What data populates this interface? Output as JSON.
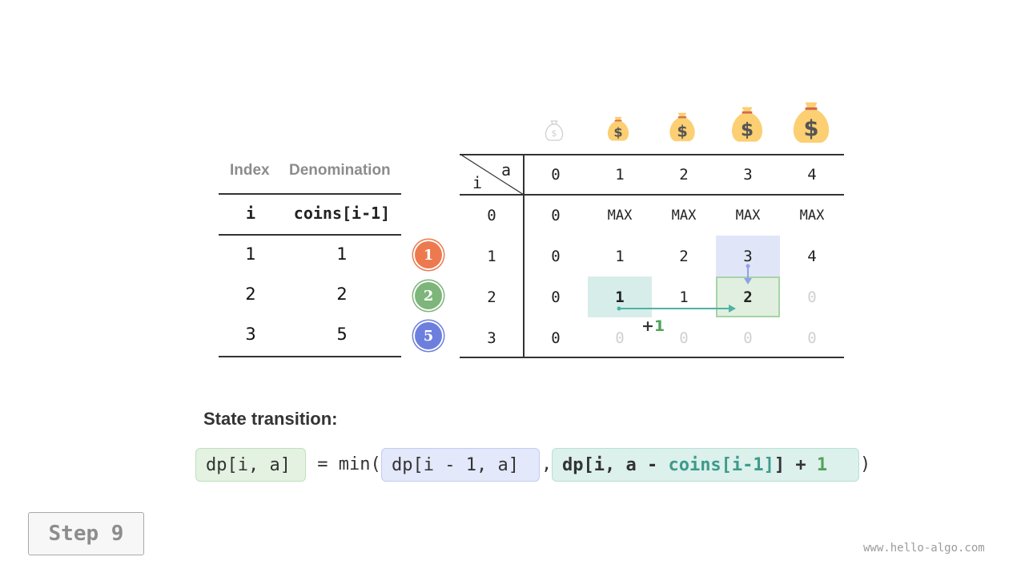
{
  "coin_table": {
    "headers": [
      "Index",
      "Denomination"
    ],
    "subheaders": [
      "i",
      "coins[i-1]"
    ],
    "rows": [
      [
        "1",
        "1"
      ],
      [
        "2",
        "2"
      ],
      [
        "3",
        "5"
      ]
    ]
  },
  "coin_badges": [
    {
      "label": "1",
      "color": "#ec7a4e"
    },
    {
      "label": "2",
      "color": "#7eb57a"
    },
    {
      "label": "5",
      "color": "#6d7fde"
    }
  ],
  "dp_table": {
    "corner": {
      "col_var": "a",
      "row_var": "i"
    },
    "col_headers": [
      "0",
      "1",
      "2",
      "3",
      "4"
    ],
    "row_headers": [
      "0",
      "1",
      "2",
      "3"
    ],
    "rows": [
      [
        "0",
        "MAX",
        "MAX",
        "MAX",
        "MAX"
      ],
      [
        "0",
        "1",
        "2",
        "3",
        "4"
      ],
      [
        "0",
        "1",
        "1",
        "2",
        "0"
      ],
      [
        "0",
        "0",
        "0",
        "0",
        "0"
      ]
    ],
    "plus_label": {
      "sign": "+",
      "value": "1"
    }
  },
  "state_transition": {
    "label": "State transition:",
    "lhs": "dp[i, a]",
    "eq_min": " = min(",
    "term1": "dp[i - 1, a]",
    "comma": ",",
    "term2_a": "dp[i, a - ",
    "term2_coins": "coins[i-1]",
    "term2_b": "] + ",
    "term2_one": "1",
    "close": ")"
  },
  "step_button": {
    "label": "Step 9"
  },
  "watermark": "www.hello-algo.com",
  "colors": {
    "blue_highlight": "#e0e5f8",
    "teal_highlight": "#d7ede9",
    "green_highlight": "#e1efe0",
    "arrow_teal": "#4db3a4",
    "arrow_blue": "#8fa1e6",
    "bag": "#fbcf72",
    "bag_tie": "#d46a4f"
  }
}
